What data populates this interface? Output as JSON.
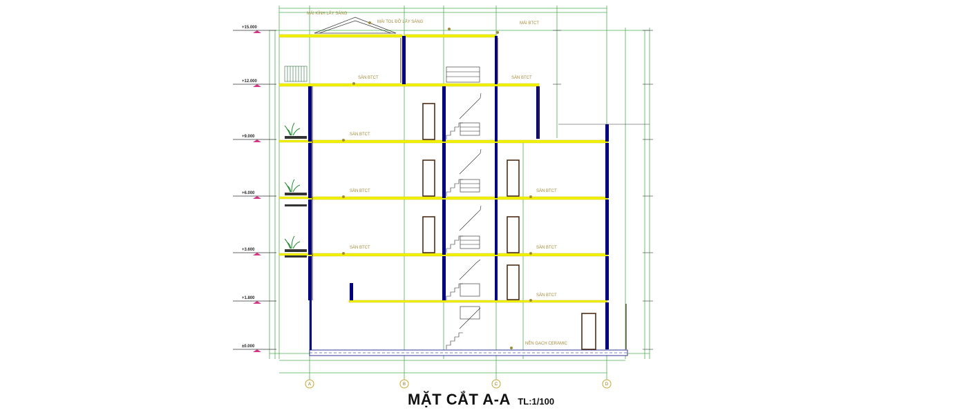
{
  "title": {
    "main": "MẶT CẮT A-A",
    "scale": "TL:1/100"
  },
  "levels": [
    "±0.000"
  ],
  "labels": {
    "roof_tile": "MÁI KÍNH LẤY SÁNG",
    "roof_frame": "MÁI TOL ĐỠ LẤY SÁNG",
    "roof_slab": "MÁI BTCT",
    "slab": "SÀN BTCT",
    "floor_tile": "NỀN GẠCH CERAMIC"
  },
  "grid_axes": [
    "A",
    "B",
    "C",
    "D"
  ],
  "colors": {
    "slab": "#f2f200",
    "grid": "#16a34a",
    "wall": "#000080",
    "wall_edge": "#4a2c14",
    "level_marker": "#d63384"
  }
}
